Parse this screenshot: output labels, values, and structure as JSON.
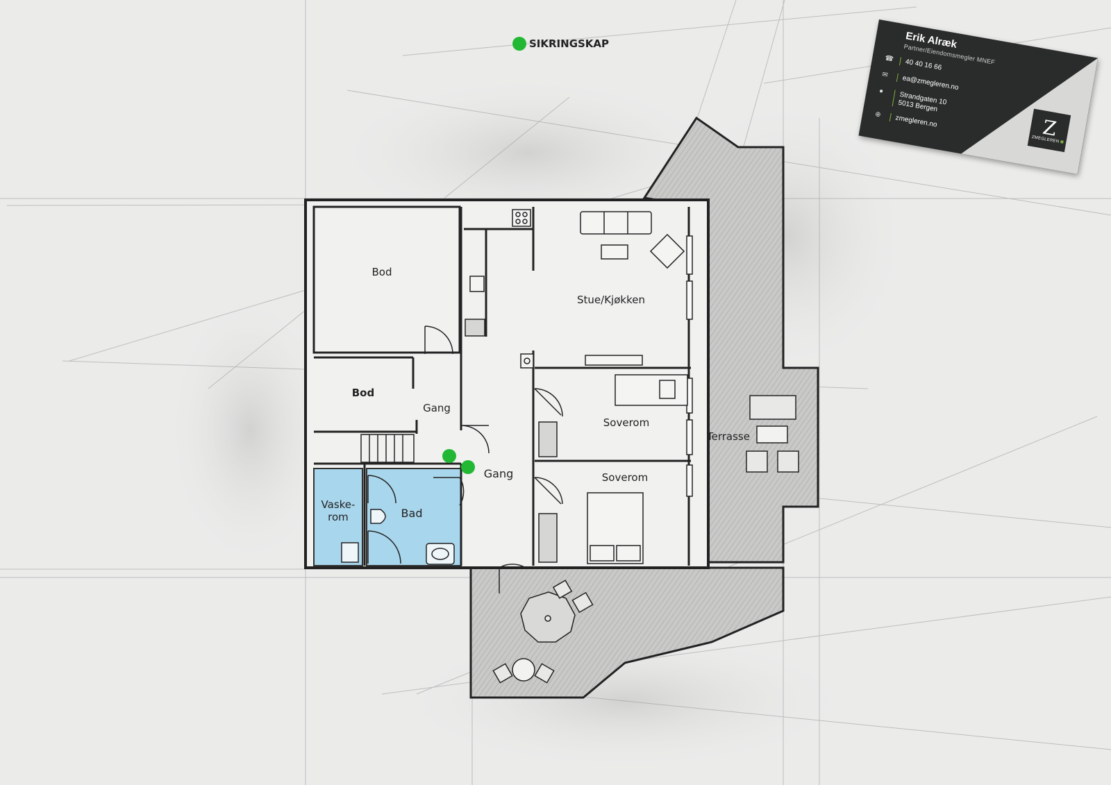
{
  "legend": {
    "label": "SIKRINGSKAP",
    "color": "#22b833"
  },
  "rooms": {
    "bod1": "Bod",
    "bod2": "Bod",
    "gang1": "Gang",
    "gang2": "Gang",
    "vaskerom_line1": "Vaske-",
    "vaskerom_line2": "rom",
    "bad": "Bad",
    "stue": "Stue/Kjøkken",
    "soverom1": "Soverom",
    "soverom2": "Soverom",
    "terrasse": "Terrasse"
  },
  "wet_room_color": "#a8d6ec",
  "card": {
    "name": "Erik Alræk",
    "title": "Partner/Eiendomsmegler MNEF",
    "phone": "40 40 16 66",
    "email": "ea@zmegleren.no",
    "address_line1": "Strandgaten 10",
    "address_line2": "5013 Bergen",
    "website": "zmegleren.no",
    "brand": "ZMEGLEREN",
    "accent_color": "#7db33a",
    "icons": [
      "phone-icon",
      "email-icon",
      "location-icon",
      "web-icon"
    ]
  }
}
